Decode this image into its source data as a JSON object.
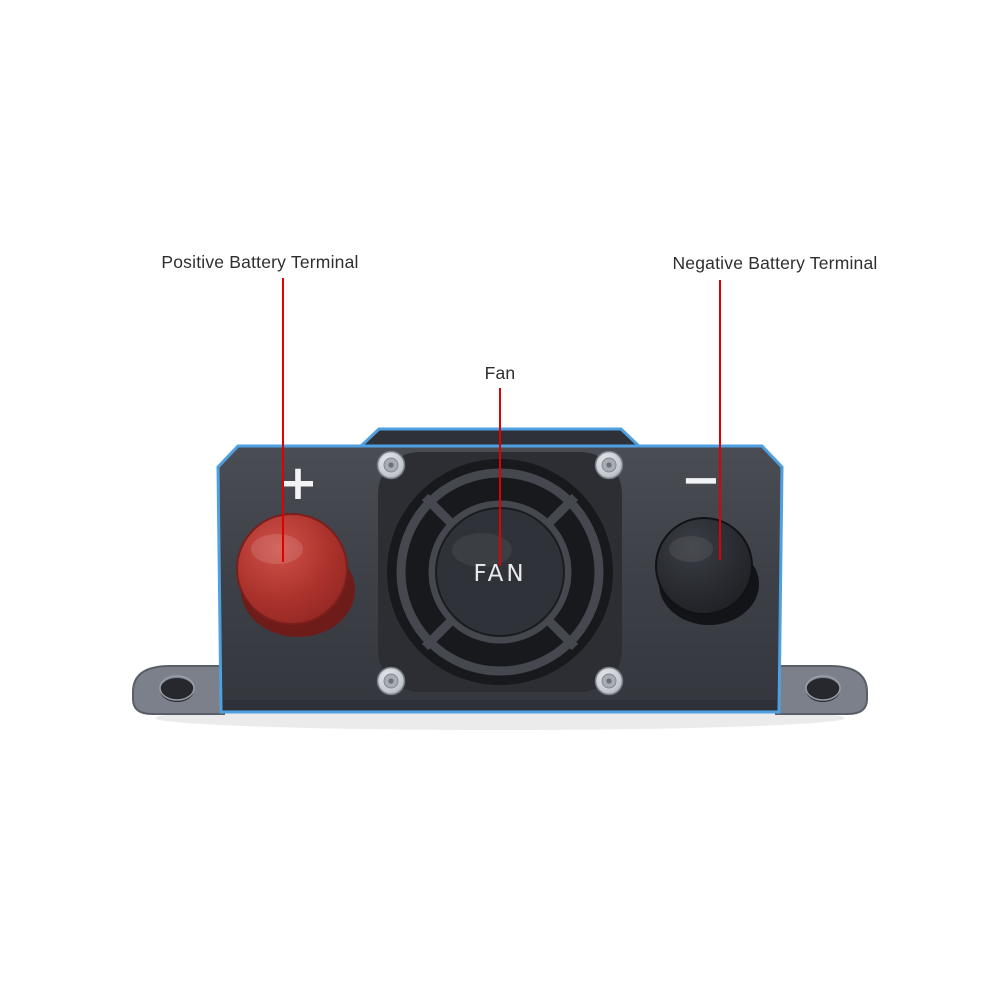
{
  "title": "Inverter front panel callout diagram",
  "callouts": {
    "positive": {
      "label": "Positive Battery Terminal"
    },
    "fan": {
      "label": "Fan"
    },
    "negative": {
      "label": "Negative Battery Terminal"
    }
  },
  "device": {
    "fan_center_label": "FAN",
    "positive_symbol": "+",
    "negative_symbol": "−"
  },
  "colors": {
    "leader_line": "#e00000",
    "body_dark_gray": "#3c3f46",
    "edge_blue": "#4fa0e0",
    "terminal_positive_red": "#b23530",
    "terminal_negative_black": "#24262b",
    "flange_gray": "#7b808a",
    "label_text": "#2e2e2e"
  }
}
